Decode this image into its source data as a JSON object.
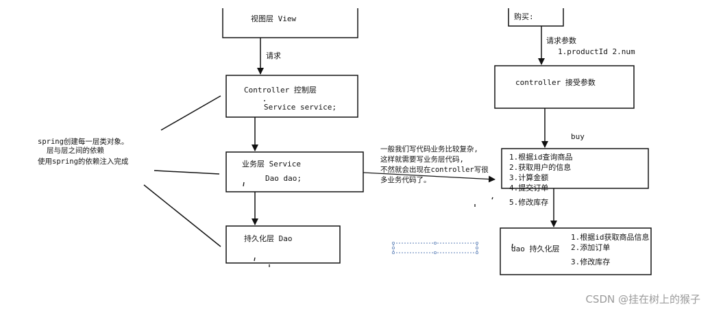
{
  "left_column": {
    "view_box": "视图层 View",
    "request_label": "请求",
    "controller_title": "Controller 控制层",
    "controller_field": "Service service;",
    "service_title": "业务层 Service",
    "service_field": "Dao dao;",
    "dao_title": "持久化层 Dao"
  },
  "spring_note": {
    "line1": "spring创建每一层类对象。",
    "line2": "层与层之间的依赖",
    "line3": "使用spring的依赖注入完成"
  },
  "middle_note": {
    "line1": "一般我们写代码业务比较复杂,",
    "line2": "这样就需要写业务层代码,",
    "line3": "不然就会出现在controller写很",
    "line4": "多业务代码了。"
  },
  "right_column": {
    "buy_box": "购买:",
    "param_label": "请求参数",
    "param_list": "1.productId  2.num",
    "controller_box": "controller 接受参数",
    "buy_label": "buy",
    "service_steps": [
      "1.根据id查询商品",
      "2.获取用户的信息",
      "3.计算金额",
      "4.提交订单",
      "5.修改库存"
    ],
    "dao_box": "dao 持久化层",
    "dao_steps": [
      "1.根据id获取商品信息",
      "2.添加订单",
      "3.修改库存"
    ]
  },
  "watermark": "CSDN @挂在树上的猴子"
}
